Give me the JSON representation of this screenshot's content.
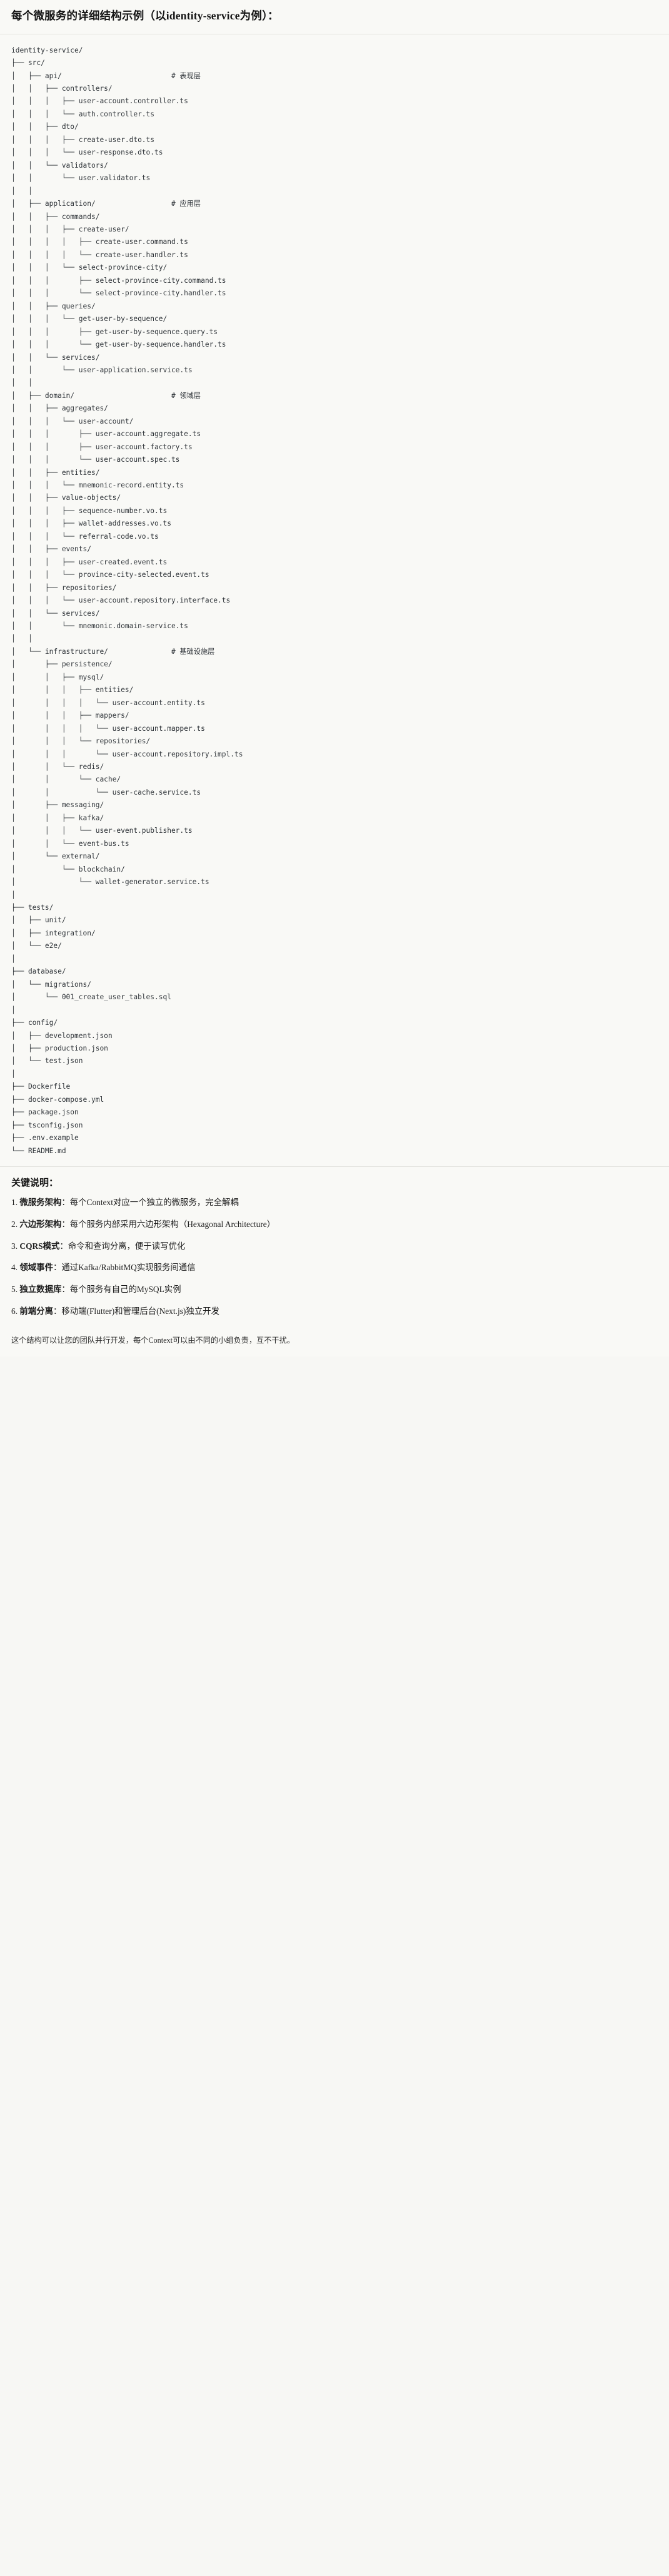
{
  "header": {
    "title": "每个微服务的详细结构示例（以identity-service为例）："
  },
  "tree": {
    "root": "identity-service/",
    "lines": [
      "identity-service/",
      "├── src/",
      "│   ├── api/                          # 表现层",
      "│   │   ├── controllers/",
      "│   │   │   ├── user-account.controller.ts",
      "│   │   │   └── auth.controller.ts",
      "│   │   ├── dto/",
      "│   │   │   ├── create-user.dto.ts",
      "│   │   │   └── user-response.dto.ts",
      "│   │   └── validators/",
      "│   │       └── user.validator.ts",
      "│   │",
      "│   ├── application/                  # 应用层",
      "│   │   ├── commands/",
      "│   │   │   ├── create-user/",
      "│   │   │   │   ├── create-user.command.ts",
      "│   │   │   │   └── create-user.handler.ts",
      "│   │   │   └── select-province-city/",
      "│   │   │       ├── select-province-city.command.ts",
      "│   │   │       └── select-province-city.handler.ts",
      "│   │   ├── queries/",
      "│   │   │   └── get-user-by-sequence/",
      "│   │   │       ├── get-user-by-sequence.query.ts",
      "│   │   │       └── get-user-by-sequence.handler.ts",
      "│   │   └── services/",
      "│   │       └── user-application.service.ts",
      "│   │",
      "│   ├── domain/                       # 领域层",
      "│   │   ├── aggregates/",
      "│   │   │   └── user-account/",
      "│   │   │       ├── user-account.aggregate.ts",
      "│   │   │       ├── user-account.factory.ts",
      "│   │   │       └── user-account.spec.ts",
      "│   │   ├── entities/",
      "│   │   │   └── mnemonic-record.entity.ts",
      "│   │   ├── value-objects/",
      "│   │   │   ├── sequence-number.vo.ts",
      "│   │   │   ├── wallet-addresses.vo.ts",
      "│   │   │   └── referral-code.vo.ts",
      "│   │   ├── events/",
      "│   │   │   ├── user-created.event.ts",
      "│   │   │   └── province-city-selected.event.ts",
      "│   │   ├── repositories/",
      "│   │   │   └── user-account.repository.interface.ts",
      "│   │   └── services/",
      "│   │       └── mnemonic.domain-service.ts",
      "│   │",
      "│   └── infrastructure/               # 基础设施层",
      "│       ├── persistence/",
      "│       │   ├── mysql/",
      "│       │   │   ├── entities/",
      "│       │   │   │   └── user-account.entity.ts",
      "│       │   │   ├── mappers/",
      "│       │   │   │   └── user-account.mapper.ts",
      "│       │   │   └── repositories/",
      "│       │   │       └── user-account.repository.impl.ts",
      "│       │   └── redis/",
      "│       │       └── cache/",
      "│       │           └── user-cache.service.ts",
      "│       ├── messaging/",
      "│       │   ├── kafka/",
      "│       │   │   └── user-event.publisher.ts",
      "│       │   └── event-bus.ts",
      "│       └── external/",
      "│           └── blockchain/",
      "│               └── wallet-generator.service.ts",
      "│",
      "├── tests/",
      "│   ├── unit/",
      "│   ├── integration/",
      "│   └── e2e/",
      "│",
      "├── database/",
      "│   └── migrations/",
      "│       └── 001_create_user_tables.sql",
      "│",
      "├── config/",
      "│   ├── development.json",
      "│   ├── production.json",
      "│   └── test.json",
      "│",
      "├── Dockerfile",
      "├── docker-compose.yml",
      "├── package.json",
      "├── tsconfig.json",
      "├── .env.example",
      "└── README.md"
    ],
    "layer_comments": [
      "# 表现层",
      "# 应用层",
      "# 领域层",
      "# 基础设施层"
    ]
  },
  "notes": {
    "heading": "关键说明：",
    "items": [
      {
        "term": "微服务架构",
        "sep": "：",
        "text": "每个Context对应一个独立的微服务，完全解耦"
      },
      {
        "term": "六边形架构",
        "sep": "：",
        "text": "每个服务内部采用六边形架构（Hexagonal Architecture）"
      },
      {
        "term": "CQRS模式",
        "sep": "：",
        "text": "命令和查询分离，便于读写优化"
      },
      {
        "term": "领域事件",
        "sep": "：",
        "text": "通过Kafka/RabbitMQ实现服务间通信"
      },
      {
        "term": "独立数据库",
        "sep": "：",
        "text": "每个服务有自己的MySQL实例"
      },
      {
        "term": "前端分离",
        "sep": "：",
        "text": "移动端(Flutter)和管理后台(Next.js)独立开发"
      }
    ],
    "closing": "这个结构可以让您的团队并行开发，每个Context可以由不同的小组负责，互不干扰。"
  },
  "colors": {
    "background": "#f9f9f6",
    "text": "#1a1a1a",
    "tree_text": "#2e3338",
    "divider": "#e2e2dd"
  }
}
